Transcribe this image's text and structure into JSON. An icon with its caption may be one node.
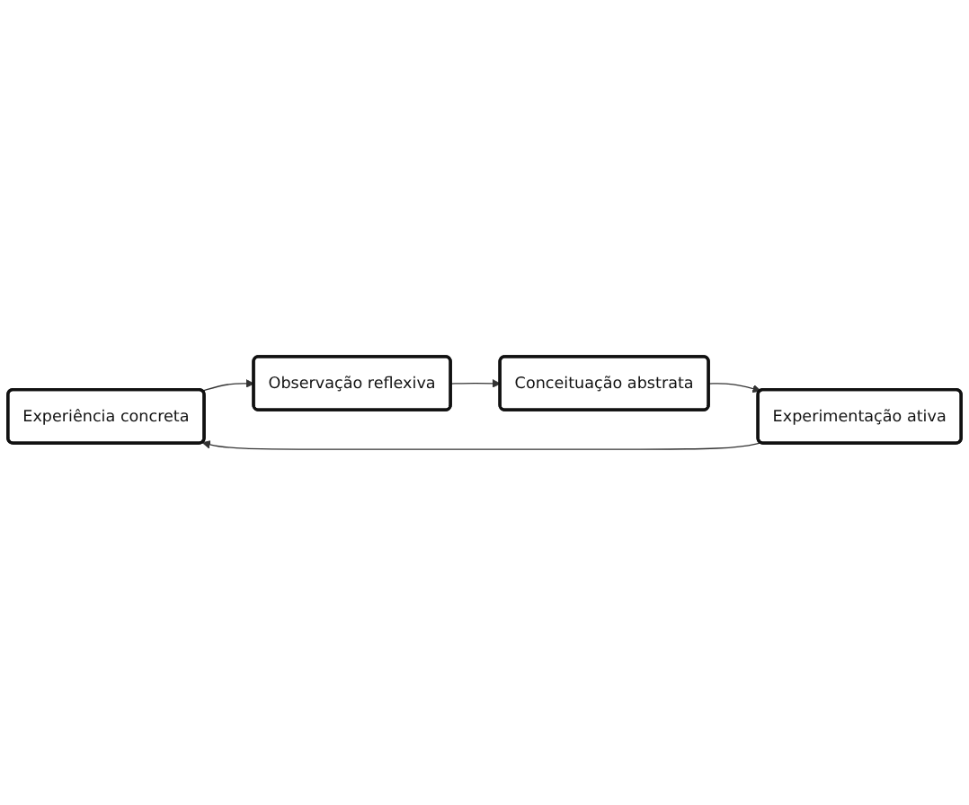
{
  "diagram": {
    "nodes": [
      {
        "text": [
          "Experiência concreta"
        ]
      },
      {
        "text": [
          "Observação reflexiva"
        ]
      },
      {
        "text": [
          "Conceituação abstrata"
        ]
      },
      {
        "text": [
          "Experimentação ativa"
        ]
      }
    ],
    "edges": [
      {
        "from": 0,
        "to": 1,
        "arrow": "to"
      },
      {
        "from": 1,
        "to": 2,
        "arrow": "to"
      },
      {
        "from": 2,
        "to": 3,
        "arrow": "to"
      },
      {
        "from": 3,
        "to": 0,
        "arrow": "to"
      }
    ]
  }
}
